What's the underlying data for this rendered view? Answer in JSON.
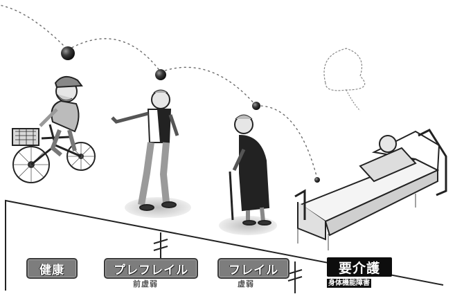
{
  "stages": {
    "healthy": {
      "label": "健康"
    },
    "prefrail": {
      "label": "プレフレイル",
      "sub": "前虚弱"
    },
    "frail": {
      "label": "フレイル",
      "sub": "虚弱"
    },
    "care": {
      "label": "要介護",
      "sub": "身体機能障害"
    }
  },
  "colors": {
    "stage_box": "#7d7d7d",
    "care_box": "#0d0d0d",
    "ball": "#2a2a2a"
  }
}
